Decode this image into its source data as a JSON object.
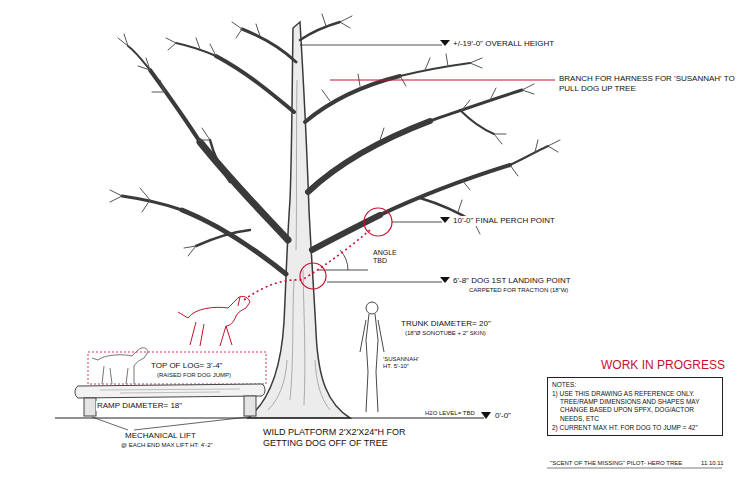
{
  "diagram": {
    "nodes": [
      {
        "text": [
          "NOTES:",
          "1) USE THIS DRAWING AS REFERENCE ONLY. TREE/RAMP DIMENSIONS AND SHAPES MAY CHANGE BASED UPON SPFX, DOG/ACTOR NEEDS, ETC",
          "2) CURRENT MAX HT. FOR DOG TO JUMP = 42\""
        ]
      }
    ],
    "labels": [
      "+/-19'-0\" OVERALL HEIGHT",
      "BRANCH FOR HARNESS FOR 'SUSANNAH' TO PULL DOG UP TREE",
      "10'-0\" FINAL PERCH POINT",
      "ANGLE TBD",
      "6'-8\" DOG 1ST LANDING POINT",
      "CARPETED FOR TRACTION (18\"W)",
      "TRUNK DIAMETER= 20\"",
      "(18\"Ø SONOTUBE + 2\" SKIN)",
      "'SUSANNAH' HT. 5'-10\"",
      "TOP OF LOG= 3'-4\"",
      "(RAISED FOR DOG JUMP)",
      "RAMP DIAMETER= 18\"",
      "H2O LEVEL= TBD",
      "0'-0\"",
      "MECHANICAL LIFT",
      "@ EACH END MAX LIFT HT: 4'-2\"",
      "WILD PLATFORM 2'X2'X24\"H FOR GETTING DOG OFF OF TREE",
      "WORK IN PROGRESS",
      "\"SCENT OF THE MISSING\" PILOT- HERO TREE",
      "11.10.11"
    ]
  }
}
